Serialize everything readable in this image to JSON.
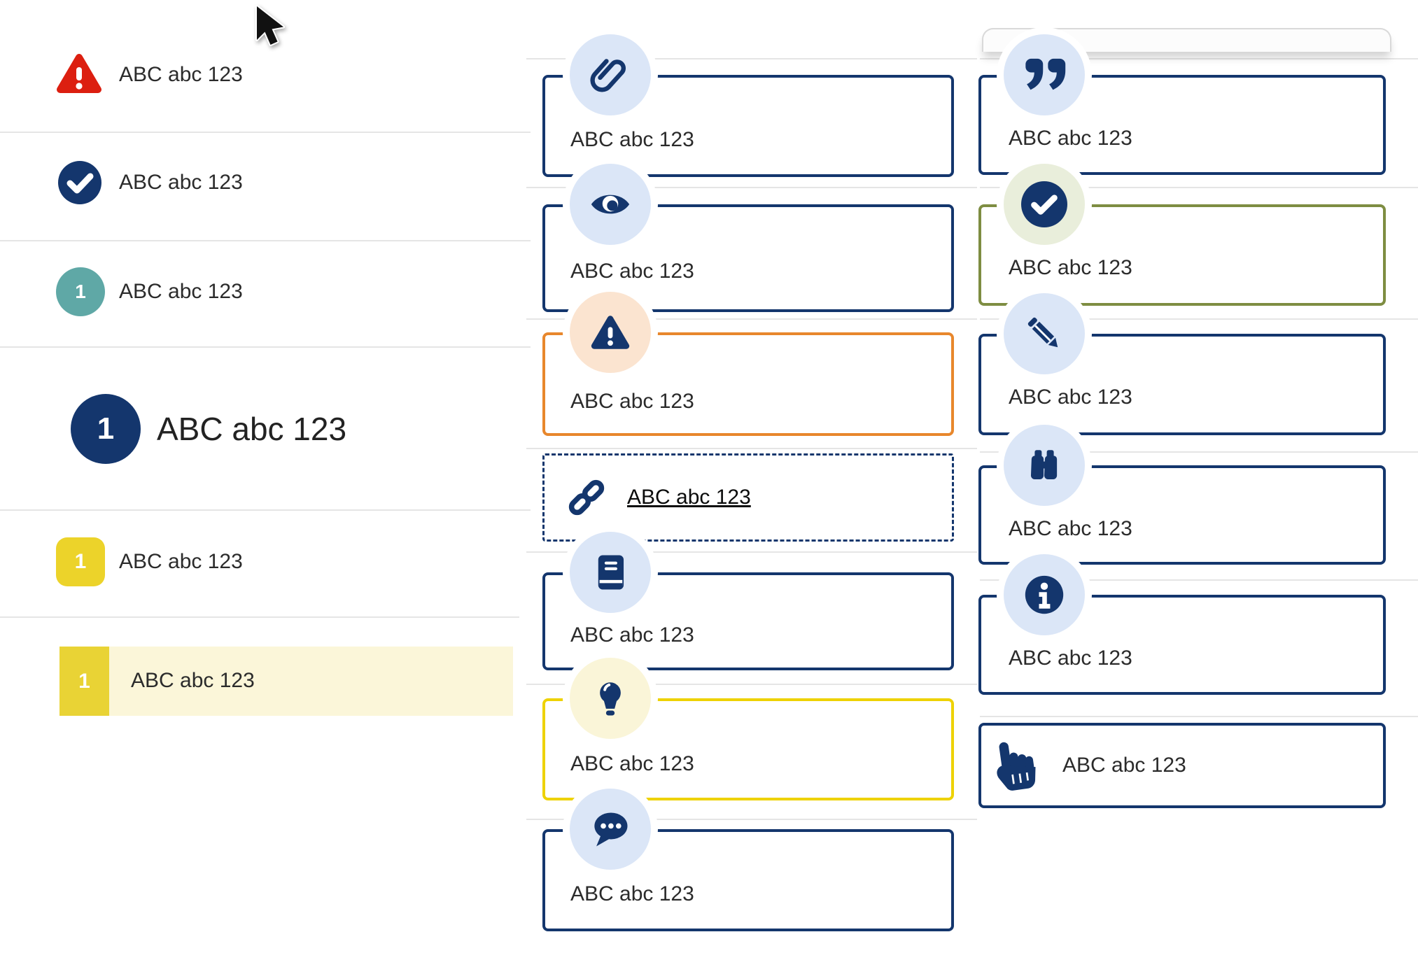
{
  "left_panel": {
    "items": [
      {
        "icon": "warning-triangle-icon",
        "label": "ABC abc 123"
      },
      {
        "icon": "check-circle-icon",
        "label": "ABC abc 123"
      },
      {
        "icon": "number-badge-teal",
        "number": "1",
        "label": "ABC abc 123"
      },
      {
        "icon": "number-badge-large-navy",
        "number": "1",
        "label": "ABC abc 123"
      },
      {
        "icon": "number-badge-yellow",
        "number": "1",
        "label": "ABC abc 123"
      },
      {
        "icon": "number-badge-yellow",
        "number": "1",
        "label": "ABC abc 123",
        "highlighted": true
      }
    ]
  },
  "middle_panel": {
    "callouts": [
      {
        "icon": "paperclip-icon",
        "variant": "navy",
        "label": "ABC abc 123"
      },
      {
        "icon": "eye-icon",
        "variant": "navy",
        "label": "ABC abc 123"
      },
      {
        "icon": "warning-triangle-icon",
        "variant": "orange",
        "label": "ABC abc 123"
      },
      {
        "icon": "link-icon",
        "variant": "dashed",
        "label": "ABC abc 123"
      },
      {
        "icon": "book-icon",
        "variant": "navy",
        "label": "ABC abc 123"
      },
      {
        "icon": "lightbulb-icon",
        "variant": "yellow",
        "label": "ABC abc 123"
      },
      {
        "icon": "chat-icon",
        "variant": "navy",
        "label": "ABC abc 123"
      }
    ]
  },
  "right_panel": {
    "callouts": [
      {
        "icon": "quote-icon",
        "variant": "navy",
        "label": "ABC abc 123"
      },
      {
        "icon": "check-circle-icon",
        "variant": "olive",
        "label": "ABC abc 123"
      },
      {
        "icon": "pencil-icon",
        "variant": "navy",
        "label": "ABC abc 123"
      },
      {
        "icon": "binoculars-icon",
        "variant": "navy",
        "label": "ABC abc 123"
      },
      {
        "icon": "info-icon",
        "variant": "navy",
        "label": "ABC abc 123"
      },
      {
        "icon": "hand-pointer-icon",
        "variant": "navy-inline",
        "label": "ABC abc 123"
      }
    ]
  },
  "colors": {
    "navy": "#14366d",
    "red": "#dc1f10",
    "orange_border": "#e8872c",
    "yellow_border": "#eed202",
    "olive_border": "#7e8d42",
    "teal": "#5fa8a6",
    "yellow_marker": "#ecd32a",
    "highlight_bg": "#fbf6d9",
    "badge_blue": "#dbe6f7",
    "badge_peach": "#fbe4d0",
    "badge_pale_yellow": "#faf5d8",
    "badge_sage": "#e9eedb",
    "divider": "#e5e5e5",
    "text": "#2b2b2b"
  }
}
